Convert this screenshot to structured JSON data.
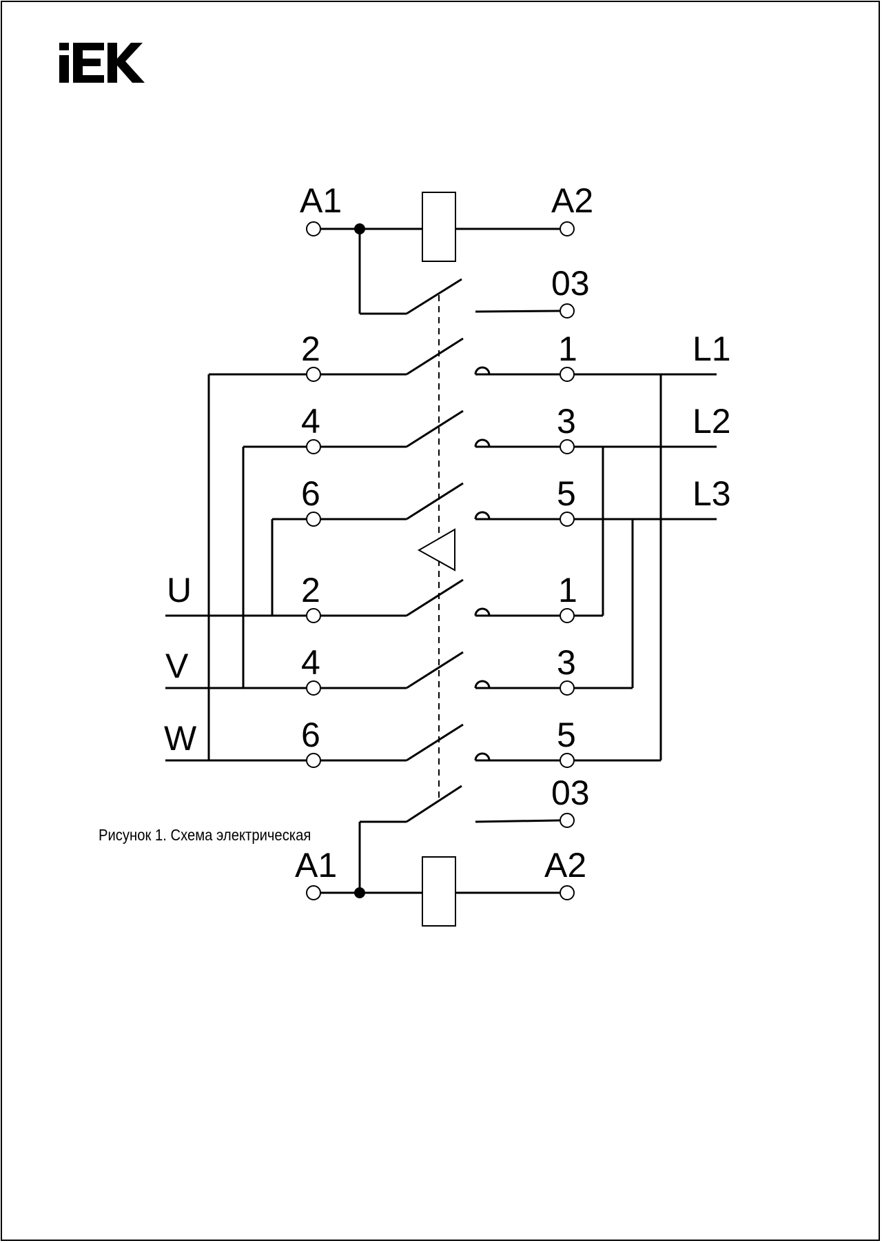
{
  "brand": {
    "logo_text": "IEK",
    "color": "#000000"
  },
  "labels": {
    "top_coil": {
      "left": "A1",
      "right": "A2"
    },
    "top_aux": "03",
    "group1": {
      "left": [
        "2",
        "4",
        "6"
      ],
      "right": [
        "1",
        "3",
        "5"
      ],
      "lines": [
        "L1",
        "L2",
        "L3"
      ]
    },
    "group2": {
      "left": [
        "2",
        "4",
        "6"
      ],
      "right": [
        "1",
        "3",
        "5"
      ],
      "phases": [
        "U",
        "V",
        "W"
      ]
    },
    "bottom_aux": "03",
    "bottom_coil": {
      "left": "A1",
      "right": "A2"
    }
  },
  "caption": "Рисунок 1. Схема электрическая"
}
